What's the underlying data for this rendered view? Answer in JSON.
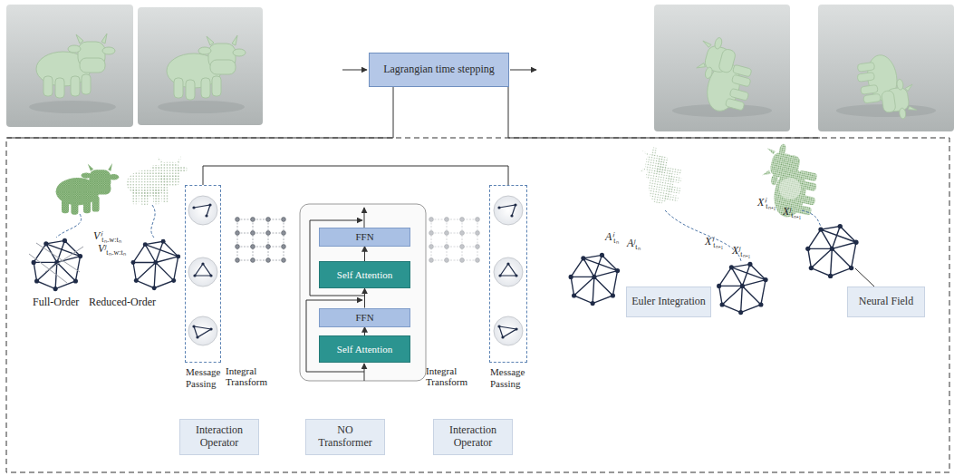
{
  "diagram": {
    "nodes": [
      {
        "text": [
          "Lagrangian time stepping"
        ]
      },
      {
        "text": [
          "Message Passing"
        ]
      },
      {
        "text": [
          "Self Attention"
        ]
      },
      {
        "text": [
          "FFN"
        ]
      },
      {
        "text": [
          "Self Attention"
        ]
      },
      {
        "text": [
          "FFN"
        ]
      },
      {
        "text": [
          "Message Passing"
        ]
      },
      {
        "text": [
          "Euler Integration"
        ]
      },
      {
        "text": [
          "Neural Field"
        ]
      },
      {
        "text": [
          "Interaction Operator"
        ]
      },
      {
        "text": [
          "NO Transformer"
        ]
      },
      {
        "text": [
          "Interaction Operator"
        ]
      }
    ],
    "edges": [
      {
        "from": 1,
        "to": 6,
        "arrow": "none"
      },
      {
        "from": 2,
        "to": 3,
        "arrow": "to"
      },
      {
        "from": 3,
        "to": 4,
        "arrow": "to"
      },
      {
        "from": 4,
        "to": 5,
        "arrow": "to"
      }
    ],
    "labels": [
      "Full-Order",
      "Reduced-Order",
      "Vⁱ",
      "tₙ₋w:tₙ",
      "Vʲ",
      "tₙ₋w:tₙ",
      "Integral Transform",
      "Integral Transform",
      "Aⁱ",
      "tₙ",
      "Aʲ",
      "tₙ",
      "Xⁱ",
      "tₙ₊₁",
      "Xʲ",
      "tₙ₊₁",
      "Xⁱ",
      "tₙ₊₁",
      "Xʲ",
      "tₙ₊₁"
    ]
  }
}
